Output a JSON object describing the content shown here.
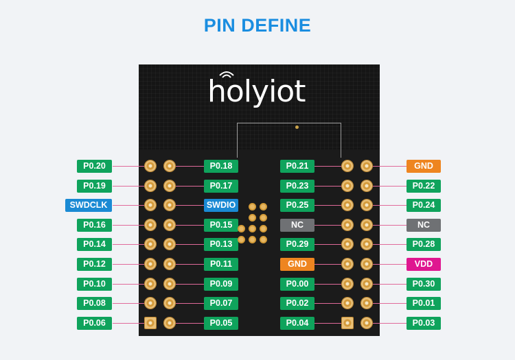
{
  "title": "PIN DEFINE",
  "brand": "holyiot",
  "colors": {
    "title": "#1a8de0",
    "green": "#0fa35c",
    "blue": "#1a8ad4",
    "gray": "#6f7174",
    "orange": "#ee8520",
    "magenta": "#df1790",
    "leader_line": "#e06a9a"
  },
  "rows": [
    {
      "left_outer": "P0.20",
      "left_outer_color": "green",
      "left_inner": "P0.18",
      "left_inner_color": "green",
      "right_inner": "P0.21",
      "right_inner_color": "green",
      "right_outer": "GND",
      "right_outer_color": "orange"
    },
    {
      "left_outer": "P0.19",
      "left_outer_color": "green",
      "left_inner": "P0.17",
      "left_inner_color": "green",
      "right_inner": "P0.23",
      "right_inner_color": "green",
      "right_outer": "P0.22",
      "right_outer_color": "green"
    },
    {
      "left_outer": "SWDCLK",
      "left_outer_color": "blue",
      "left_inner": "SWDIO",
      "left_inner_color": "blue",
      "right_inner": "P0.25",
      "right_inner_color": "green",
      "right_outer": "P0.24",
      "right_outer_color": "green"
    },
    {
      "left_outer": "P0.16",
      "left_outer_color": "green",
      "left_inner": "P0.15",
      "left_inner_color": "green",
      "right_inner": "NC",
      "right_inner_color": "gray",
      "right_outer": "NC",
      "right_outer_color": "gray"
    },
    {
      "left_outer": "P0.14",
      "left_outer_color": "green",
      "left_inner": "P0.13",
      "left_inner_color": "green",
      "right_inner": "P0.29",
      "right_inner_color": "green",
      "right_outer": "P0.28",
      "right_outer_color": "green"
    },
    {
      "left_outer": "P0.12",
      "left_outer_color": "green",
      "left_inner": "P0.11",
      "left_inner_color": "green",
      "right_inner": "GND",
      "right_inner_color": "orange",
      "right_outer": "VDD",
      "right_outer_color": "magenta"
    },
    {
      "left_outer": "P0.10",
      "left_outer_color": "green",
      "left_inner": "P0.09",
      "left_inner_color": "green",
      "right_inner": "P0.00",
      "right_inner_color": "green",
      "right_outer": "P0.30",
      "right_outer_color": "green"
    },
    {
      "left_outer": "P0.08",
      "left_outer_color": "green",
      "left_inner": "P0.07",
      "left_inner_color": "green",
      "right_inner": "P0.02",
      "right_inner_color": "green",
      "right_outer": "P0.01",
      "right_outer_color": "green"
    },
    {
      "left_outer": "P0.06",
      "left_outer_color": "green",
      "left_inner": "P0.05",
      "left_inner_color": "green",
      "right_inner": "P0.04",
      "right_inner_color": "green",
      "right_outer": "P0.03",
      "right_outer_color": "green"
    }
  ]
}
